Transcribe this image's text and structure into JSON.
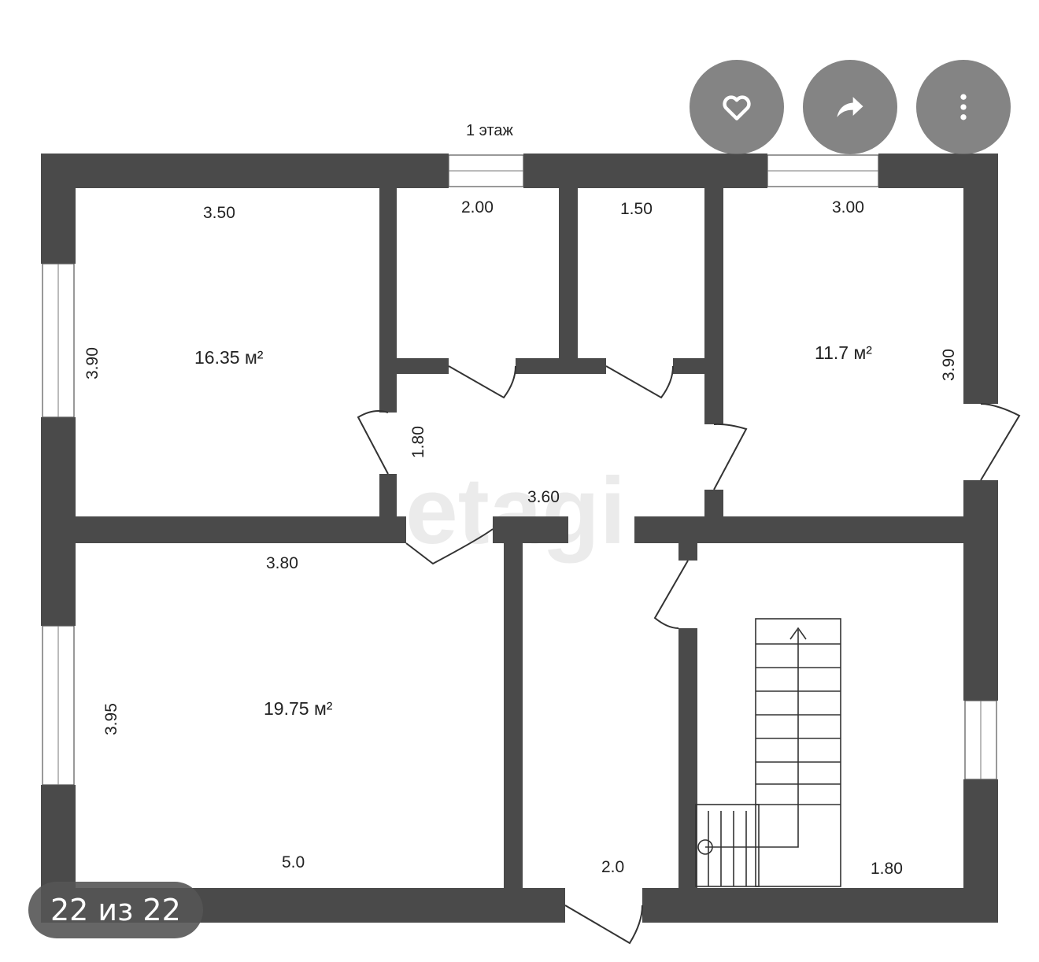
{
  "viewer": {
    "counter": "22 из 22",
    "actions": {
      "favorite_icon": "heart-icon",
      "share_icon": "share-arrow-icon",
      "more_icon": "more-vertical-icon"
    }
  },
  "plan": {
    "floor_label": "1 этаж",
    "watermark": "etagi",
    "areas": {
      "room_top_left": "16.35 м²",
      "room_top_right": "11.7 м²",
      "room_bottom_left": "19.75 м²"
    },
    "dimensions": {
      "top_left_width": "3.50",
      "top_small_1_width": "2.00",
      "top_small_2_width": "1.50",
      "top_right_width": "3.00",
      "left_top_height": "3.90",
      "right_top_height": "3.90",
      "hall_height": "1.80",
      "hall_width": "3.60",
      "bottom_left_top": "3.80",
      "bottom_left_height": "3.95",
      "bottom_left_width": "5.0",
      "corridor_width": "2.0",
      "stair_room_width": "1.80"
    },
    "colors": {
      "wall": "#4a4a4a",
      "background": "#ffffff"
    }
  }
}
